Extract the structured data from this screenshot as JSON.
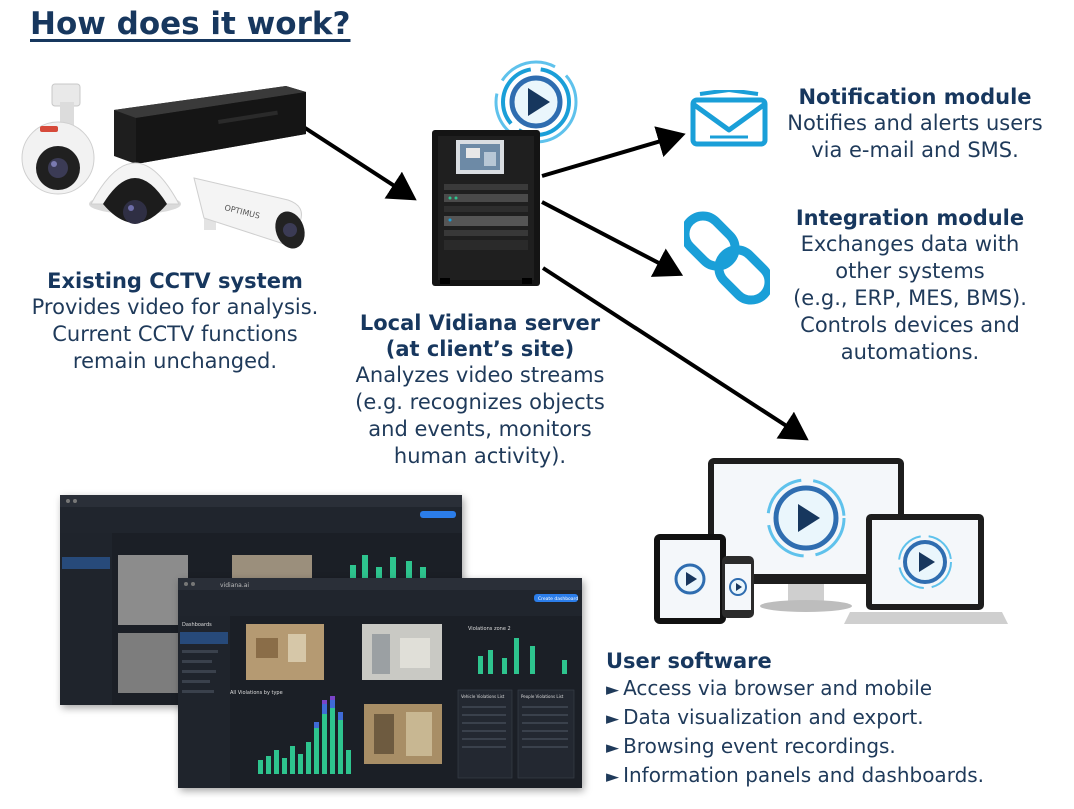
{
  "title": "How does it work?",
  "cctv": {
    "heading": "Existing CCTV system",
    "lines": [
      "Provides video for analysis.",
      "Current CCTV functions",
      "remain unchanged."
    ],
    "camera_brand": "OPTIMUS"
  },
  "server": {
    "heading_lines": [
      "Local Vidiana server",
      "(at client’s site)"
    ],
    "lines": [
      "Analyzes video streams",
      "(e.g. recognizes objects",
      "and events, monitors",
      "human activity)."
    ]
  },
  "notification": {
    "heading": "Notification module",
    "lines": [
      "Notifies and alerts users",
      "via e-mail and SMS."
    ]
  },
  "integration": {
    "heading": "Integration module",
    "lines": [
      "Exchanges data with",
      "other systems",
      "(e.g., ERP, MES, BMS).",
      "Controls devices and",
      "automations."
    ]
  },
  "user_software": {
    "heading": "User software",
    "items": [
      "Access via browser and mobile",
      "Data visualization and export.",
      "Browsing event recordings.",
      "Information panels and dashboards."
    ]
  },
  "dashboard": {
    "url": "vidiana.ai",
    "section": "Dashboards",
    "chart_title": "All Violations by type",
    "zone_title": "Violations zone 2",
    "table1_title": "Vehicle Violations List",
    "table2_title": "People Violations List",
    "create_button": "Create dashboard"
  },
  "colors": {
    "navy": "#17375e",
    "accent": "#1a9fd8",
    "bar_green": "#2ec48e",
    "bar_blue": "#3f6bd6",
    "dash_bg": "#1b1f26"
  }
}
